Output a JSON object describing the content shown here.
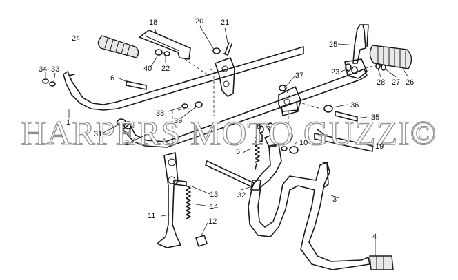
{
  "watermark": "HARPERS MOTO GUZZI©",
  "callouts": [
    "1",
    "2",
    "3",
    "4",
    "5",
    "6",
    "7",
    "8",
    "9",
    "10",
    "11",
    "12",
    "13",
    "14",
    "18",
    "19",
    "20",
    "21",
    "22",
    "23",
    "24",
    "25",
    "26",
    "27",
    "28",
    "31",
    "32",
    "33",
    "34",
    "35",
    "36",
    "37",
    "38",
    "39",
    "40"
  ]
}
